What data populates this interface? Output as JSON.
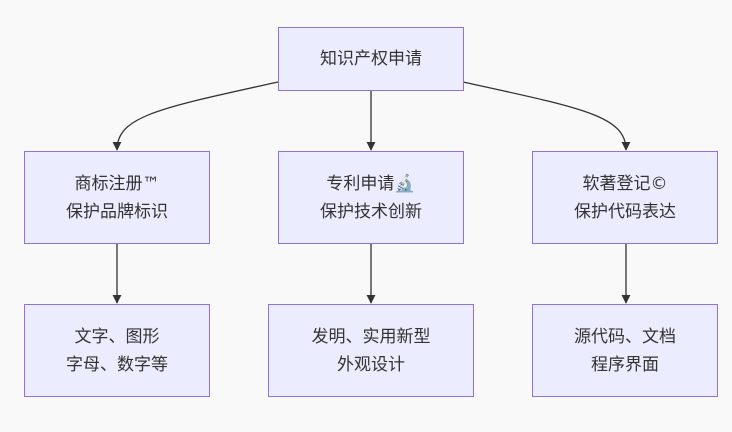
{
  "diagram": {
    "root": {
      "label": "知识产权申请"
    },
    "categories": [
      {
        "line1": "商标注册™",
        "line2": "保护品牌标识",
        "detail": {
          "line1": "文字、图形",
          "line2": "字母、数字等"
        }
      },
      {
        "line1": "专利申请🔬",
        "line2": "保护技术创新",
        "detail": {
          "line1": "发明、实用新型",
          "line2": "外观设计"
        }
      },
      {
        "line1": "软著登记©",
        "line2": "保护代码表达",
        "detail": {
          "line1": "源代码、文档",
          "line2": "程序界面"
        }
      }
    ]
  },
  "colors": {
    "node_fill": "#ececff",
    "node_border": "#9370db",
    "edge": "#333333",
    "text": "#333333",
    "background": "#f9f9f9"
  }
}
